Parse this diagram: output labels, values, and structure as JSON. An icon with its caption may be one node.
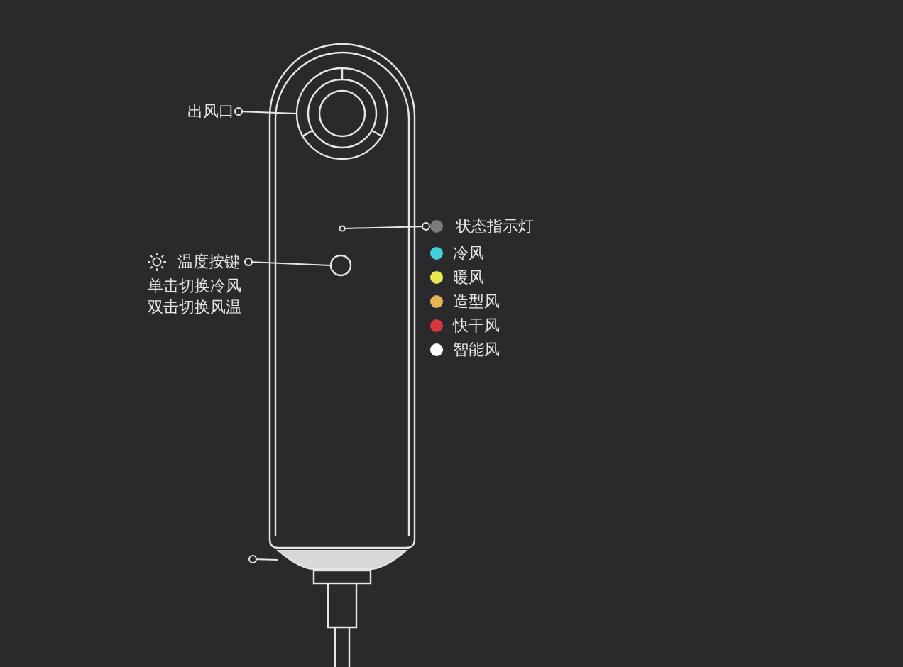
{
  "diagram": {
    "nodes": [
      {
        "text": [
          "出风口"
        ]
      },
      {
        "text": [],
        "shape": "circle"
      },
      {
        "text": [
          "状态指示灯"
        ]
      },
      {
        "text": [],
        "shape": "circle"
      },
      {
        "text": [
          "温度按键",
          "单击切换冷风双击切换风温"
        ]
      },
      {
        "text": [],
        "shape": "circle"
      },
      {
        "text": [],
        "shape": "box"
      }
    ],
    "edges": [
      {
        "from": 0,
        "to": 1,
        "arrow": "other"
      },
      {
        "from": 2,
        "to": 3,
        "arrow": "other"
      },
      {
        "from": 4,
        "to": 5,
        "arrow": "other"
      },
      {
        "from": null,
        "to": 6,
        "arrow": "other"
      }
    ],
    "legend": [
      {
        "text": "冷风",
        "color": "#3fd0d8"
      },
      {
        "text": "暖风",
        "color": "#e8e84a"
      },
      {
        "text": "造型风",
        "color": "#e6b450"
      },
      {
        "text": "快干风",
        "color": "#d8363c"
      },
      {
        "text": "智能风",
        "color": "#ffffff"
      }
    ]
  }
}
